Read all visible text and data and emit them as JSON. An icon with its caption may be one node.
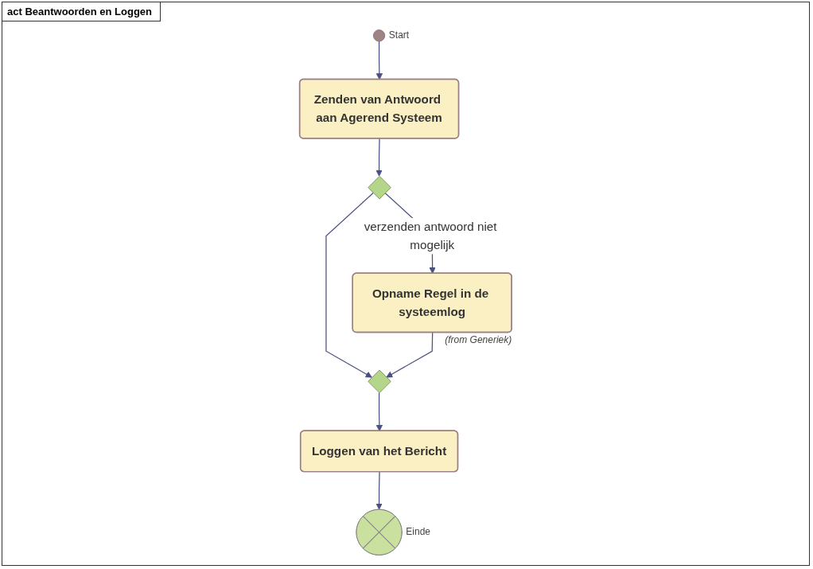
{
  "diagram": {
    "title": "act Beantwoorden en Loggen",
    "nodes": [
      {
        "text": [],
        "shape": "circle",
        "beside": [
          "Start"
        ]
      },
      {
        "text": [
          "Zenden van Antwoord aan Agerend Systeem"
        ]
      },
      {
        "text": [],
        "shape": "diamond"
      },
      {
        "text": [
          "Opname Regel in de systeemlog"
        ],
        "beside": [
          "(from Generiek)"
        ]
      },
      {
        "text": [],
        "shape": "diamond"
      },
      {
        "text": [
          "Loggen van het Bericht"
        ]
      },
      {
        "text": [],
        "shape": "circle",
        "beside": [
          "Einde"
        ]
      }
    ],
    "edges": [
      {
        "from": 0,
        "to": 1,
        "arrow": "to"
      },
      {
        "from": 1,
        "to": 2,
        "arrow": "to"
      },
      {
        "from": 2,
        "to": 3,
        "label": "verzenden antwoord niet mogelijk",
        "arrow": "to"
      },
      {
        "from": 2,
        "to": 4,
        "arrow": "to"
      },
      {
        "from": 3,
        "to": 4,
        "arrow": "to"
      },
      {
        "from": 4,
        "to": 5,
        "arrow": "to"
      },
      {
        "from": 5,
        "to": 6,
        "arrow": "to"
      }
    ]
  }
}
